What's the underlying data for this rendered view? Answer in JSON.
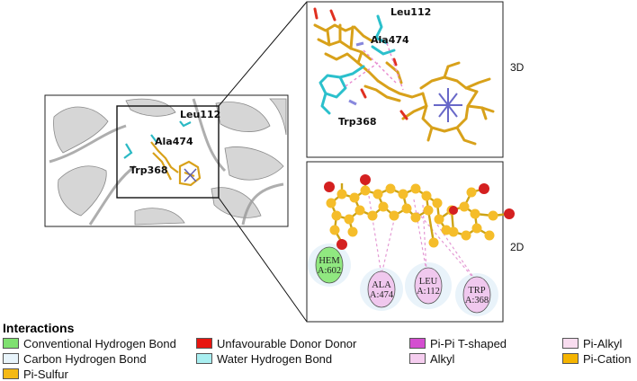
{
  "overview": {
    "labels": {
      "leu": "Leu112",
      "ala": "Ala474",
      "trp": "Trp368"
    }
  },
  "panel3d": {
    "tag": "3D",
    "labels": {
      "leu": "Leu112",
      "ala": "Ala474",
      "trp": "Trp368"
    }
  },
  "panel2d": {
    "tag": "2D",
    "nodes": [
      {
        "line1": "HEM",
        "line2": "A:602",
        "color": "#90e880"
      },
      {
        "line1": "ALA",
        "line2": "A:474",
        "color": "#f0c8ee"
      },
      {
        "line1": "LEU",
        "line2": "A:112",
        "color": "#f0c8ee"
      },
      {
        "line1": "TRP",
        "line2": "A:368",
        "color": "#f0c8ee"
      }
    ]
  },
  "legend": {
    "title": "Interactions",
    "items": [
      {
        "label": "Conventional Hydrogen Bond",
        "color": "#7fe070"
      },
      {
        "label": "Carbon Hydrogen Bond",
        "color": "#e8f4fb"
      },
      {
        "label": "Pi-Sulfur",
        "color": "#f5b914"
      },
      {
        "label": "Unfavourable Donor Donor",
        "color": "#e8150f"
      },
      {
        "label": "Water Hydrogen Bond",
        "color": "#a8eef0"
      },
      {
        "label": "Pi-Pi T-shaped",
        "color": "#d44ed0"
      },
      {
        "label": "Alkyl",
        "color": "#f5cdef"
      },
      {
        "label": "Pi-Alkyl",
        "color": "#f8dcef"
      },
      {
        "label": "Pi-Cation",
        "color": "#f5b400"
      }
    ]
  }
}
